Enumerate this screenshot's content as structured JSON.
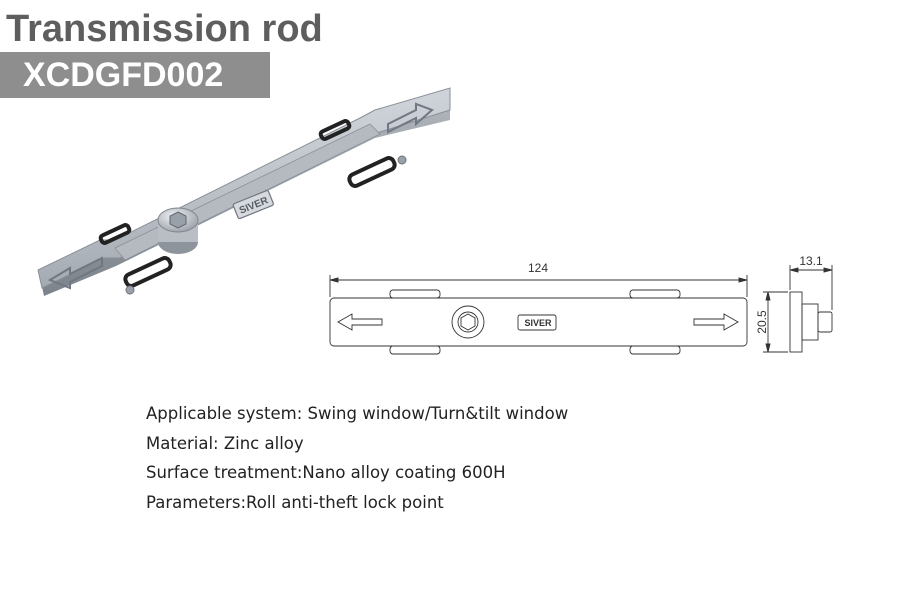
{
  "header": {
    "title": "Transmission rod",
    "model_code": "XCDGFD002",
    "band_color": "#8e8e8e"
  },
  "product": {
    "brand_mark": "SIVER"
  },
  "drawing": {
    "length_label": "124",
    "depth_label": "13.1",
    "height_label": "20.5"
  },
  "specs": [
    "Applicable system: Swing window/Turn&tilt window",
    "Material: Zinc alloy",
    "Surface treatment:Nano alloy coating 600H",
    "Parameters:Roll anti-theft lock point"
  ]
}
